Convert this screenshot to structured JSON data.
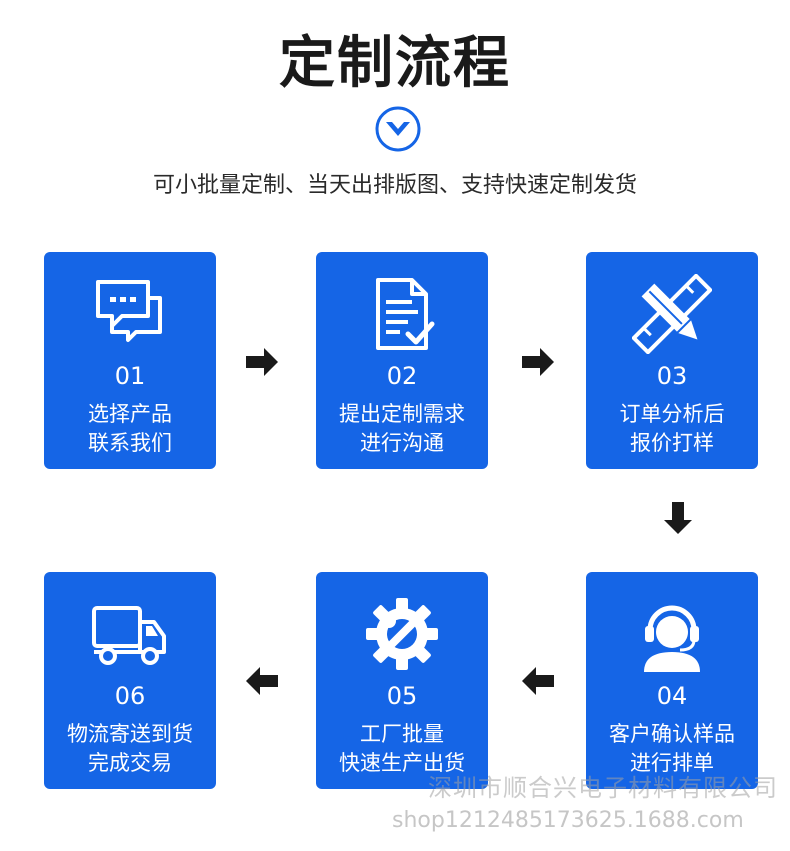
{
  "header": {
    "title": "定制流程",
    "subtitle": "可小批量定制、当天出排版图、支持快速定制发货"
  },
  "colors": {
    "card_bg": "#1565e6",
    "arrow": "#1a1a1a"
  },
  "steps": [
    {
      "num": "01",
      "line1": "选择产品",
      "line2": "联系我们",
      "icon": "chat-bubbles-icon"
    },
    {
      "num": "02",
      "line1": "提出定制需求",
      "line2": "进行沟通",
      "icon": "document-check-icon"
    },
    {
      "num": "03",
      "line1": "订单分析后",
      "line2": "报价打样",
      "icon": "pencil-ruler-icon"
    },
    {
      "num": "04",
      "line1": "客户确认样品",
      "line2": "进行排单",
      "icon": "headset-agent-icon"
    },
    {
      "num": "05",
      "line1": "工厂批量",
      "line2": "快速生产出货",
      "icon": "gear-wrench-icon"
    },
    {
      "num": "06",
      "line1": "物流寄送到货",
      "line2": "完成交易",
      "icon": "truck-icon"
    }
  ],
  "watermark": {
    "company": "深圳市顺合兴电子材料有限公司",
    "shop": "shop1212485173625.1688.com"
  }
}
